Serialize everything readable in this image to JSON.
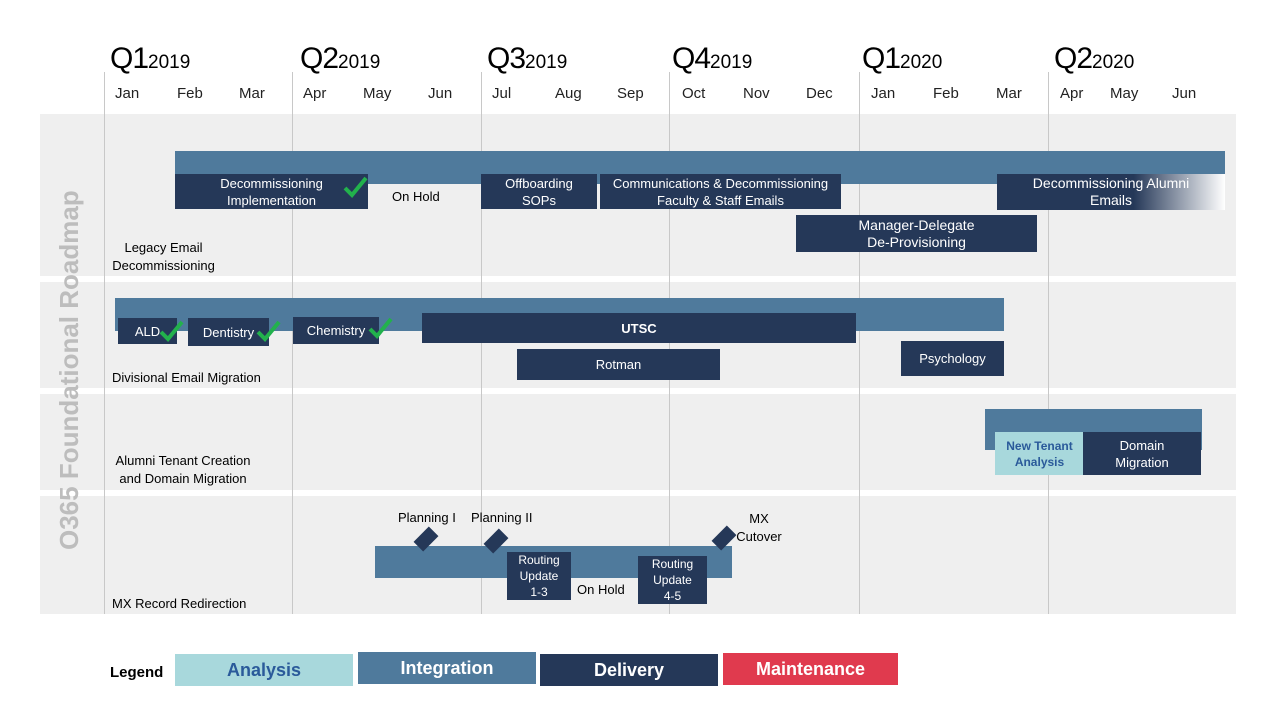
{
  "page_title": "O365 Foundational Roadmap",
  "quarters": [
    {
      "q": "Q1",
      "year": "2019"
    },
    {
      "q": "Q2",
      "year": "2019"
    },
    {
      "q": "Q3",
      "year": "2019"
    },
    {
      "q": "Q4",
      "year": "2019"
    },
    {
      "q": "Q1",
      "year": "2020"
    },
    {
      "q": "Q2",
      "year": "2020"
    }
  ],
  "months": [
    "Jan",
    "Feb",
    "Mar",
    "Apr",
    "May",
    "Jun",
    "Jul",
    "Aug",
    "Sep",
    "Oct",
    "Nov",
    "Dec",
    "Jan",
    "Feb",
    "Mar",
    "Apr",
    "May",
    "Jun"
  ],
  "rows": {
    "legacy": {
      "label_line1": "Legacy Email",
      "label_line2": "Decommissioning",
      "decom_impl_line1": "Decommissioning",
      "decom_impl_line2": "Implementation",
      "on_hold": "On Hold",
      "offboarding_line1": "Offboarding",
      "offboarding_line2": "SOPs",
      "comms_line1": "Communications & Decommissioning",
      "comms_line2": "Faculty & Staff Emails",
      "manager_line1": "Manager-Delegate",
      "manager_line2": "De-Provisioning",
      "alumni_line1": "Decommissioning Alumni",
      "alumni_line2": "Emails"
    },
    "divisional": {
      "label": "Divisional Email Migration",
      "ald": "ALD",
      "dentistry": "Dentistry",
      "chemistry": "Chemistry",
      "utsc": "UTSC",
      "rotman": "Rotman",
      "psychology": "Psychology"
    },
    "alumni": {
      "label_line1": "Alumni Tenant Creation",
      "label_line2": "and Domain Migration",
      "new_tenant_line1": "New Tenant",
      "new_tenant_line2": "Analysis",
      "domain_line1": "Domain",
      "domain_line2": "Migration"
    },
    "mx": {
      "label": "MX Record Redirection",
      "planning1": "Planning I",
      "planning2": "Planning II",
      "routing1_line1": "Routing",
      "routing1_line2": "Update",
      "routing1_line3": "1-3",
      "on_hold": "On Hold",
      "routing2_line1": "Routing",
      "routing2_line2": "Update",
      "routing2_line3": "4-5",
      "mx_line1": "MX",
      "mx_line2": "Cutover"
    }
  },
  "legend": {
    "title": "Legend",
    "analysis": "Analysis",
    "integration": "Integration",
    "delivery": "Delivery",
    "maintenance": "Maintenance"
  },
  "colors": {
    "analysis": "#a8d8dc",
    "integration": "#4f7a9c",
    "delivery": "#253858",
    "maintenance": "#e03a4e",
    "check": "#22b14c"
  }
}
